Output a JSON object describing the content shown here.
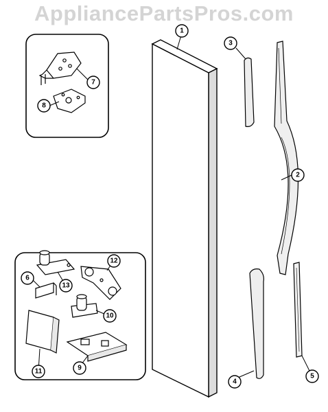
{
  "watermark": "AppliancePartsPros.com",
  "callouts": [
    "1",
    "2",
    "3",
    "4",
    "5",
    "6",
    "7",
    "8",
    "9",
    "10",
    "11",
    "12",
    "13"
  ]
}
